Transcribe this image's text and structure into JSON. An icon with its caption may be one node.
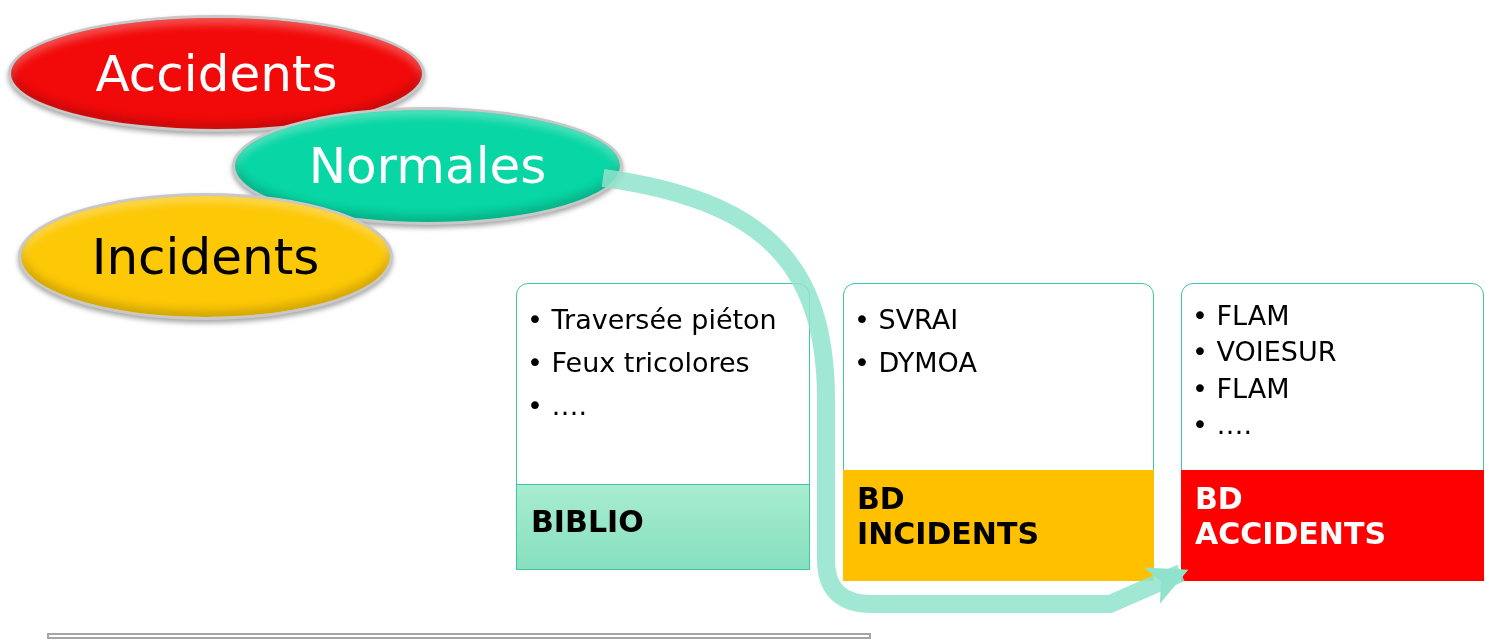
{
  "diagram": {
    "nodes": [
      {
        "text": [
          "Accidents"
        ]
      },
      {
        "text": [
          "Normales"
        ]
      },
      {
        "text": [
          "Incidents"
        ]
      },
      {
        "text": [
          "• Traversée piéton",
          "• Feux tricolores",
          "• …."
        ]
      },
      {
        "text": [
          "BIBLIO"
        ]
      },
      {
        "text": [
          "• SVRAI",
          "• DYMOA"
        ]
      },
      {
        "text": [
          "BD INCIDENTS"
        ]
      },
      {
        "text": [
          "• FLAM",
          "• VOIESUR",
          "• FLAM",
          "• …."
        ]
      },
      {
        "text": [
          "BD ACCIDENTS"
        ]
      },
      {
        "text": [],
        "shape": "box"
      }
    ],
    "edges": [
      {
        "from": 1,
        "to": 8,
        "arrow": "to"
      }
    ]
  }
}
